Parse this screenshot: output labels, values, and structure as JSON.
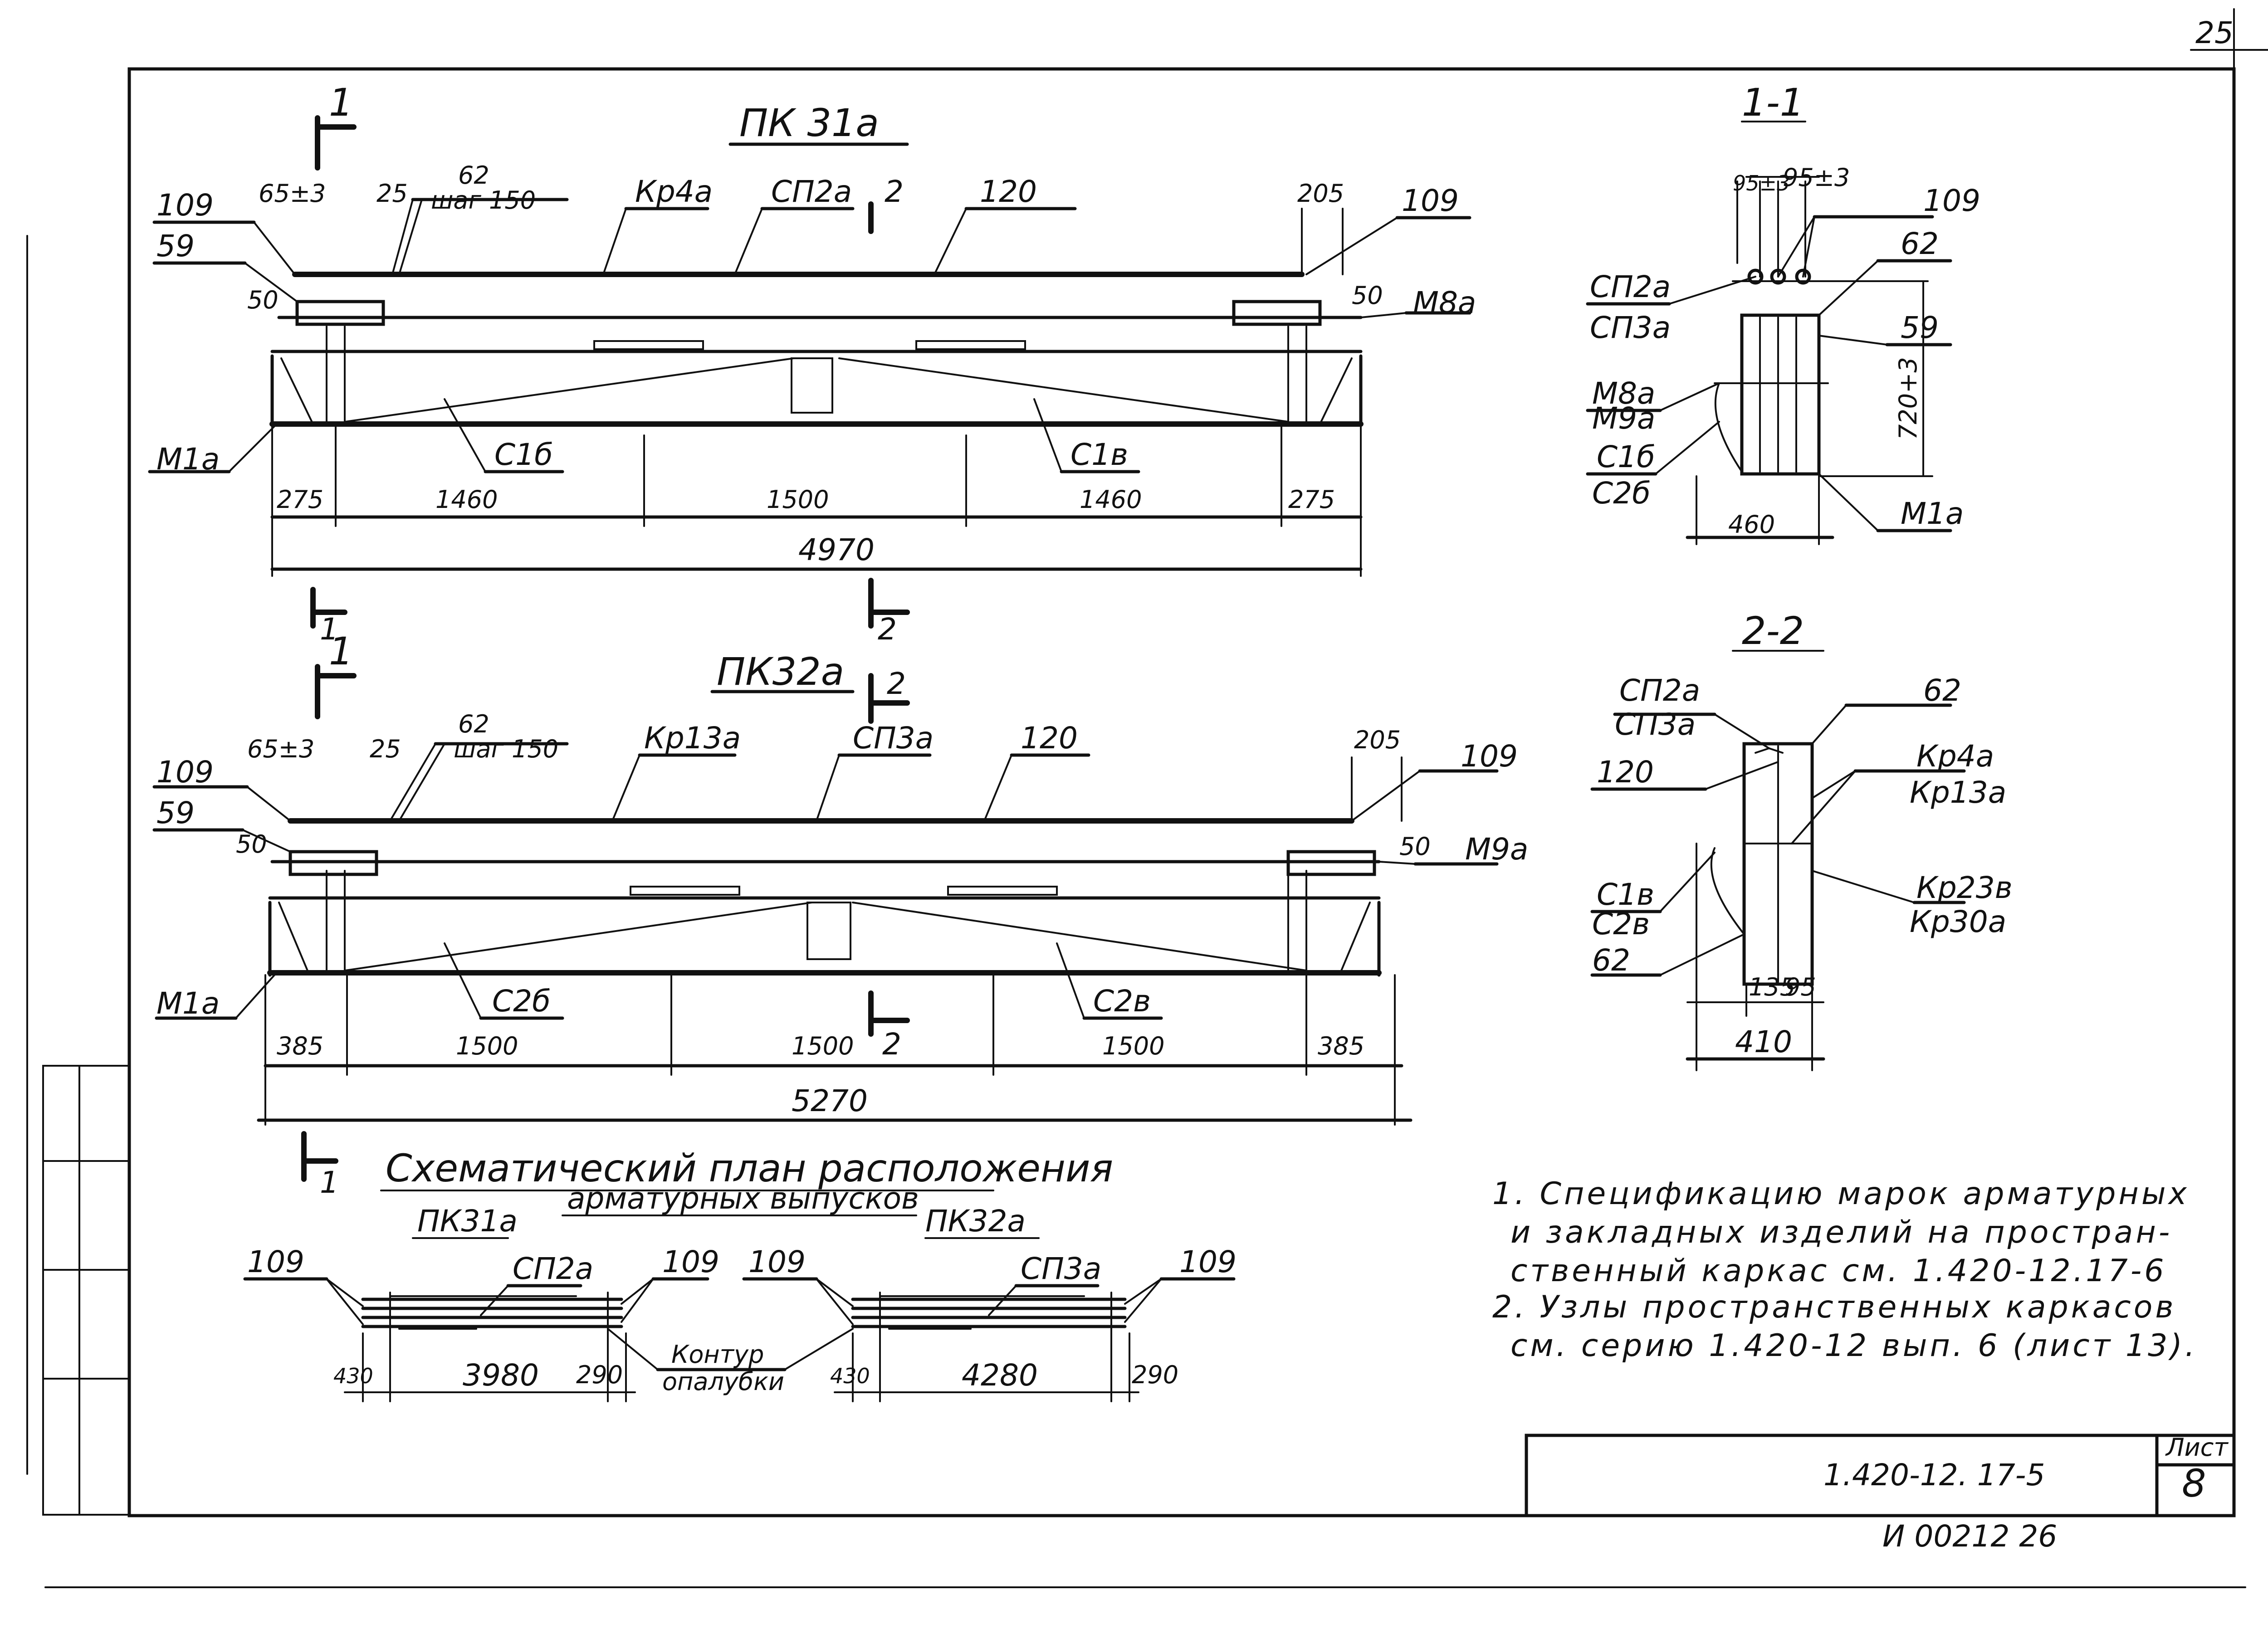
{
  "sheet_corner": "25",
  "view_a": {
    "title": "ПК 31а",
    "dims_top": [
      "65±3",
      "25",
      "62",
      "шаг 150",
      "205",
      "50",
      "50"
    ],
    "callouts": [
      "109",
      "59",
      "Кр4а",
      "СП2а",
      "2",
      "120",
      "109",
      "М8а",
      "М1а",
      "С1б",
      "С1в"
    ],
    "spans": [
      "275",
      "1460",
      "1500",
      "1460",
      "275"
    ],
    "total": "4970",
    "section_marks": [
      "1",
      "1",
      "2"
    ]
  },
  "view_b": {
    "title": "ПК32а",
    "dims_top": [
      "65±3",
      "25",
      "62",
      "шаг 150",
      "205",
      "50",
      "50"
    ],
    "callouts": [
      "109",
      "59",
      "Кр13а",
      "СП3а",
      "2",
      "120",
      "109",
      "М9а",
      "М1а",
      "С2б",
      "С2в"
    ],
    "spans": [
      "385",
      "1500",
      "1500",
      "1500",
      "385"
    ],
    "span_mark": "2",
    "total": "5270",
    "section_marks": [
      "1",
      "1"
    ]
  },
  "section_1": {
    "title": "1-1",
    "dims": [
      "95±3",
      "95±3",
      "720+3",
      "460"
    ],
    "labels": [
      "109",
      "62",
      "59",
      "СП2а",
      "СП3а",
      "М8а",
      "М9а",
      "С1б",
      "С2б",
      "М1а"
    ]
  },
  "section_2": {
    "title": "2-2",
    "dims": [
      "135",
      "95",
      "410"
    ],
    "labels": [
      "СП2а",
      "СП3а",
      "62",
      "120",
      "Кр4а",
      "Кр13а",
      "С1в",
      "С2в",
      "Кр23в",
      "Кр30а",
      "62"
    ]
  },
  "plan": {
    "title_line1": "Схематический план расположения",
    "title_line2": "арматурных выпусков",
    "left": {
      "title": "ПК31а",
      "labels": [
        "109",
        "СП2а",
        "109"
      ],
      "dims": [
        "430",
        "3980",
        "290"
      ]
    },
    "right": {
      "title": "ПК32а",
      "labels": [
        "109",
        "СП3а",
        "109"
      ],
      "dims": [
        "430",
        "4280",
        "290"
      ]
    },
    "contour_line1": "Контур",
    "contour_line2": "опалубки"
  },
  "notes": [
    "1. Спецификацию марок арматурных",
    "и закладных изделий на простран-",
    "ственный каркас см. 1.420-12.17-6",
    "2. Узлы пространственных каркасов",
    "см. серию 1.420-12 вып. 6 (лист 13)."
  ],
  "stamp": {
    "code": "1.420-12. 17-5",
    "sheet_label": "Лист",
    "sheet_number": "8",
    "footer_code": "И 00212  26"
  }
}
